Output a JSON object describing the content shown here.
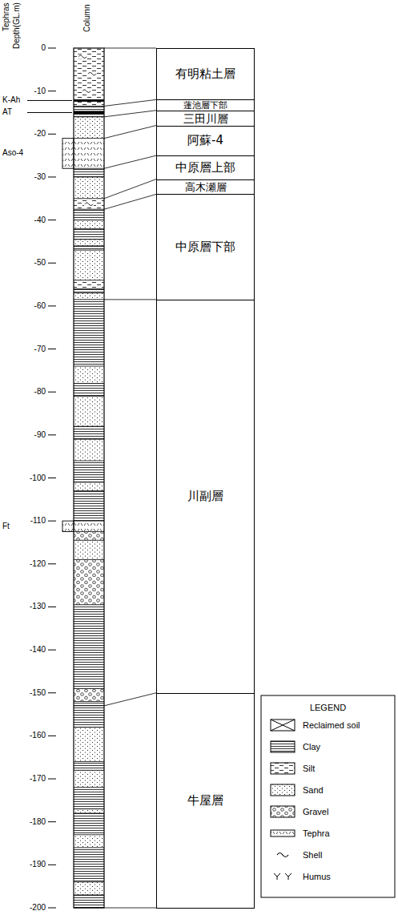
{
  "diagram": {
    "nodes": [
      {
        "text": [
          "有明粘土層"
        ]
      },
      {
        "text": [
          "蓮池層下部"
        ]
      },
      {
        "text": [
          "三田川層"
        ]
      },
      {
        "text": [
          "阿蘇-4"
        ]
      },
      {
        "text": [
          "中原層上部"
        ]
      },
      {
        "text": [
          "高木瀬層"
        ]
      },
      {
        "text": [
          "中原層下部"
        ]
      },
      {
        "text": [
          "川副層"
        ]
      },
      {
        "text": [
          "牛屋層"
        ]
      }
    ],
    "labels": [
      "Tephras",
      "Depth(GL.m)",
      "Column",
      "0",
      "-10",
      "-20",
      "-30",
      "-40",
      "-50",
      "-60",
      "-70",
      "-80",
      "-90",
      "-100",
      "-110",
      "-120",
      "-130",
      "-140",
      "-150",
      "-160",
      "-170",
      "-180",
      "-190",
      "-200",
      "K-Ah",
      "AT",
      "Aso-4",
      "Ft",
      "LEGEND"
    ],
    "legend": [
      {
        "text": "Reclaimed soil"
      },
      {
        "text": "Clay"
      },
      {
        "text": "Silt"
      },
      {
        "text": "Sand"
      },
      {
        "text": "Gravel"
      },
      {
        "text": "Tephra"
      },
      {
        "text": "Shell"
      },
      {
        "text": "Humus"
      }
    ]
  }
}
